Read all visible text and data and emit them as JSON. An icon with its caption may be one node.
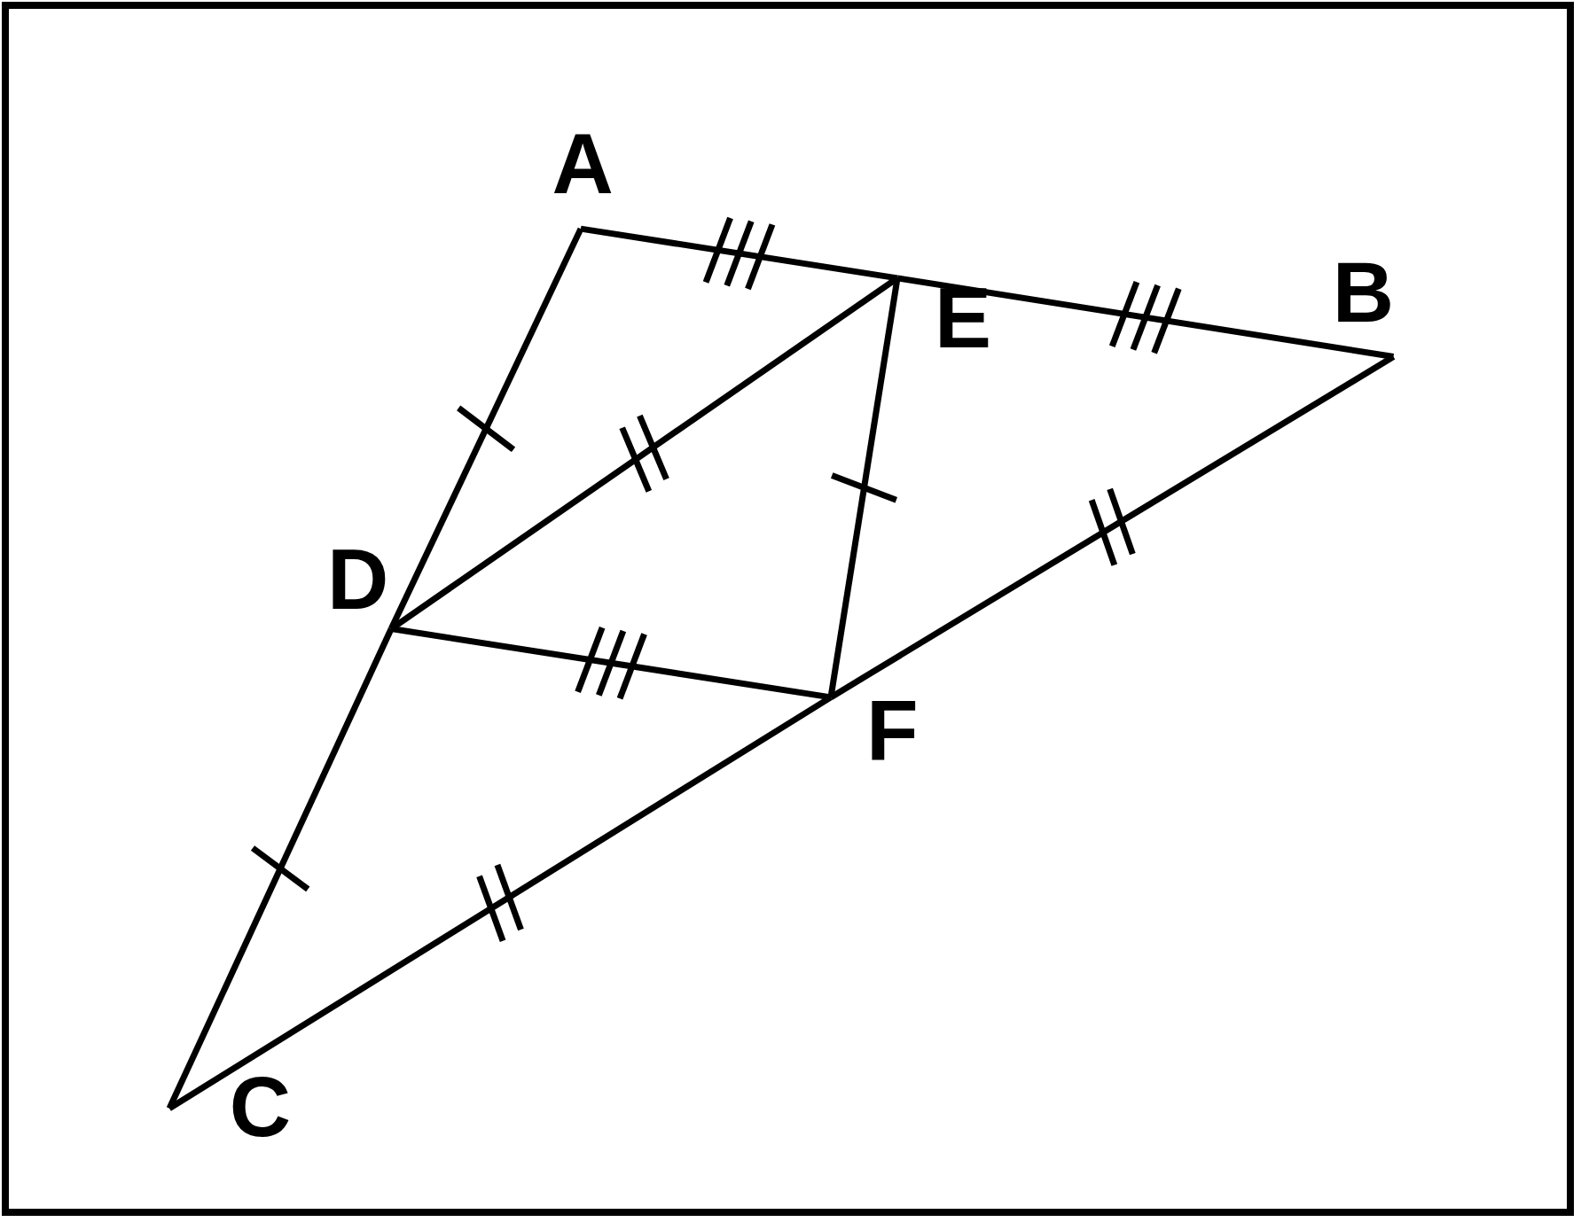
{
  "diagram": {
    "nodes": [
      {
        "text": [
          "A"
        ]
      },
      {
        "text": [
          "B"
        ]
      },
      {
        "text": [
          "C"
        ]
      },
      {
        "text": [
          "D"
        ]
      },
      {
        "text": [
          "E"
        ]
      },
      {
        "text": [
          "F"
        ]
      }
    ],
    "edges": [
      {
        "from": 0,
        "to": 4,
        "arrow": "none"
      },
      {
        "from": 4,
        "to": 1,
        "arrow": "none"
      },
      {
        "from": 0,
        "to": 3,
        "arrow": "none"
      },
      {
        "from": 3,
        "to": 2,
        "arrow": "none"
      },
      {
        "from": 2,
        "to": 5,
        "arrow": "none"
      },
      {
        "from": 5,
        "to": 1,
        "arrow": "none"
      },
      {
        "from": 3,
        "to": 4,
        "arrow": "none"
      },
      {
        "from": 4,
        "to": 5,
        "arrow": "none"
      },
      {
        "from": 3,
        "to": 5,
        "arrow": "none"
      }
    ]
  }
}
